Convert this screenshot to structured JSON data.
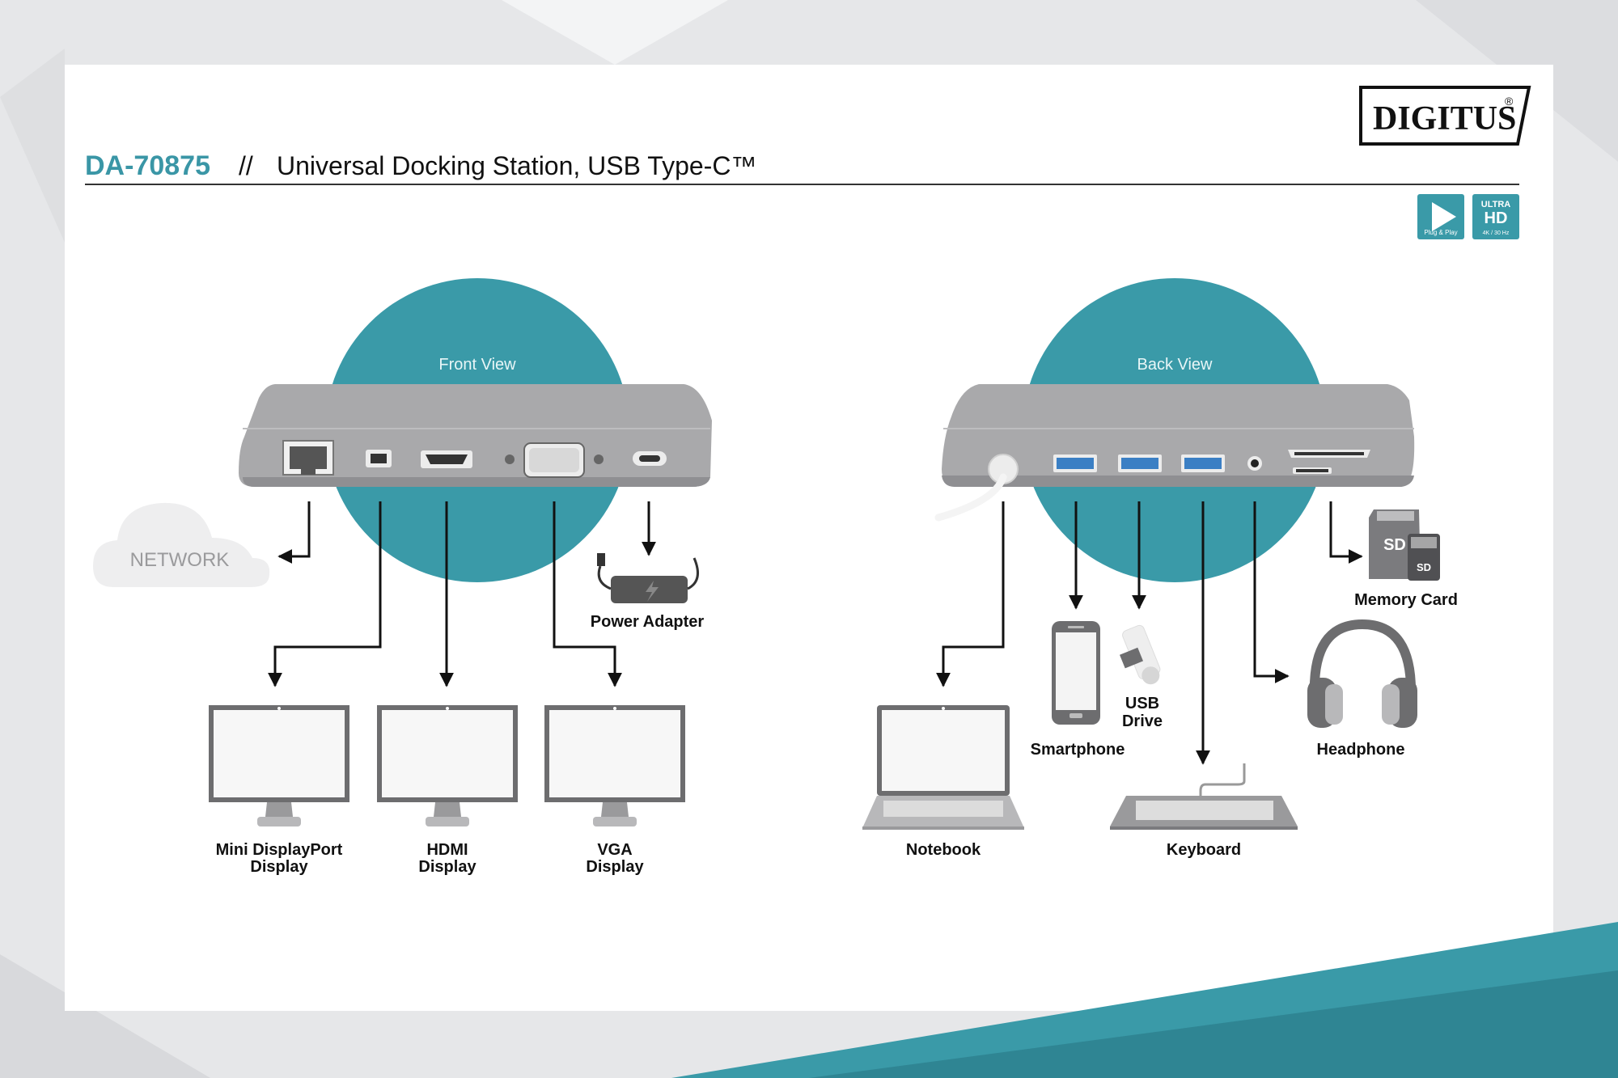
{
  "header": {
    "model": "DA-70875",
    "separator": "//",
    "title": "Universal Docking Station, USB Type-C™"
  },
  "brand": {
    "logo": "DIGITUS",
    "registered": "®"
  },
  "badges": {
    "plug_play": {
      "label": "Plug & Play",
      "icon": "plug-play-icon"
    },
    "ultra_hd": {
      "top": "ULTRA",
      "main": "HD",
      "sub": "4K / 30 Hz"
    }
  },
  "front": {
    "title": "Front View",
    "network": "NETWORK",
    "power_adapter": "Power Adapter",
    "mdp_display": {
      "line1": "Mini DisplayPort",
      "line2": "Display"
    },
    "hdmi_display": {
      "line1": "HDMI",
      "line2": "Display"
    },
    "vga_display": {
      "line1": "VGA",
      "line2": "Display"
    }
  },
  "back": {
    "title": "Back View",
    "memory_card": "Memory Card",
    "sd_label": "SD",
    "micro_sd_label": "SD",
    "usb_drive": {
      "line1": "USB",
      "line2": "Drive"
    },
    "smartphone": "Smartphone",
    "headphone": "Headphone",
    "notebook": "Notebook",
    "keyboard": "Keyboard"
  },
  "colors": {
    "teal": "#3a9aa8",
    "title_teal": "#3a96a6",
    "dock_gray": "#a9a9ab",
    "dark": "#1a1a1a"
  }
}
